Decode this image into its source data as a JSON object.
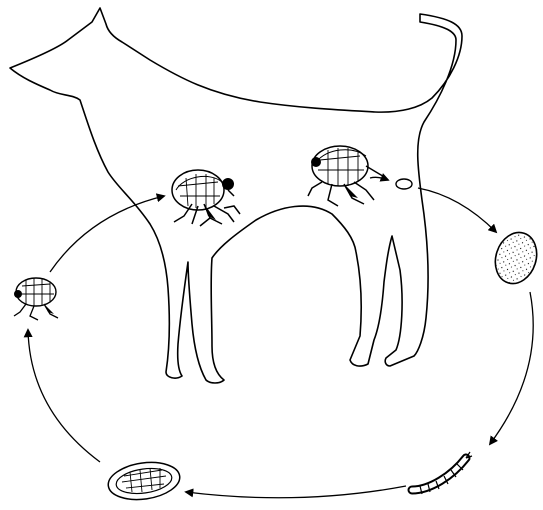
{
  "diagram": {
    "subject": "dog-silhouette",
    "stages": [
      {
        "id": "adult-flea-on-dog-left",
        "icon": "flea-icon"
      },
      {
        "id": "adult-flea-on-dog-right",
        "icon": "flea-icon"
      },
      {
        "id": "egg-small",
        "icon": "egg-icon"
      },
      {
        "id": "egg-large",
        "icon": "egg-icon"
      },
      {
        "id": "larva",
        "icon": "larva-icon"
      },
      {
        "id": "pupa-cocoon",
        "icon": "cocoon-icon"
      },
      {
        "id": "emerging-adult-flea",
        "icon": "flea-icon"
      }
    ],
    "cycle_direction": "clockwise",
    "stroke_color": "#000000",
    "background_color": "#ffffff"
  }
}
